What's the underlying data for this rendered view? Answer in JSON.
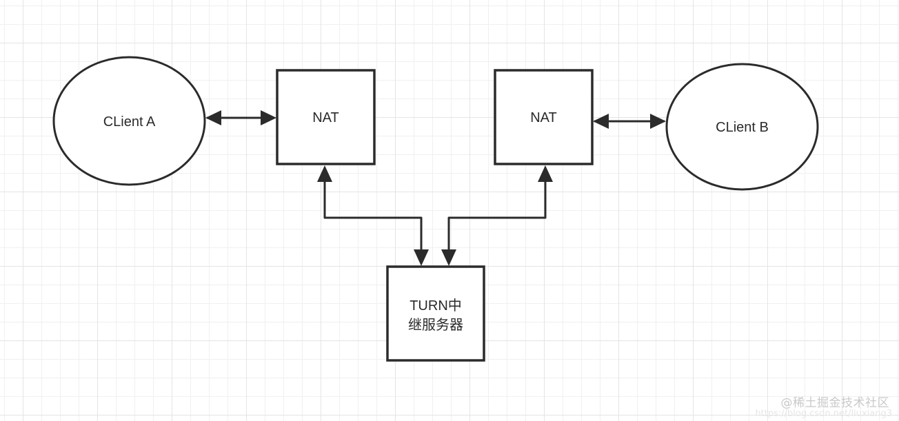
{
  "diagram": {
    "type": "network-flow",
    "nodes": [
      {
        "id": "client_a",
        "shape": "ellipse",
        "label": "CLient A"
      },
      {
        "id": "nat_a",
        "shape": "rectangle",
        "label": "NAT"
      },
      {
        "id": "nat_b",
        "shape": "rectangle",
        "label": "NAT"
      },
      {
        "id": "client_b",
        "shape": "ellipse",
        "label": "CLient B"
      },
      {
        "id": "turn",
        "shape": "rectangle",
        "label": "TURN中继服务器",
        "label_lines": [
          "TURN中",
          "继服务器"
        ]
      }
    ],
    "edges": [
      {
        "from": "client_a",
        "to": "nat_a",
        "direction": "bidirectional"
      },
      {
        "from": "nat_b",
        "to": "client_b",
        "direction": "bidirectional"
      },
      {
        "from": "nat_a",
        "to": "turn",
        "direction": "bidirectional"
      },
      {
        "from": "nat_b",
        "to": "turn",
        "direction": "bidirectional"
      }
    ],
    "colors": {
      "stroke": "#2b2b2b",
      "fill": "#ffffff",
      "text": "#2a2a2a",
      "grid": "#e4e4e4"
    }
  },
  "watermark": {
    "text": "@稀土掘金技术社区",
    "subtext": "https://blog.csdn.net/liuxiang3"
  }
}
